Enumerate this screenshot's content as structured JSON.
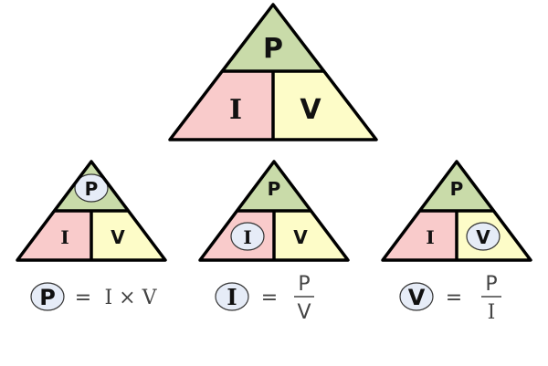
{
  "colors": {
    "power": "#c9dba9",
    "current": "#f9cbcb",
    "voltage": "#fdfcc8",
    "highlight": "#e6ecf7"
  },
  "main_triangle": {
    "top": "P",
    "left": "I",
    "right": "V"
  },
  "small_triangles": [
    {
      "top": "P",
      "left": "I",
      "right": "V",
      "highlighted": "P"
    },
    {
      "top": "P",
      "left": "I",
      "right": "V",
      "highlighted": "I"
    },
    {
      "top": "P",
      "left": "I",
      "right": "V",
      "highlighted": "V"
    }
  ],
  "formulas": [
    {
      "subject": "P",
      "equals": "=",
      "expression": "I × V"
    },
    {
      "subject": "I",
      "equals": "=",
      "numerator": "P",
      "denominator": "V"
    },
    {
      "subject": "V",
      "equals": "=",
      "numerator": "P",
      "denominator": "I"
    }
  ]
}
